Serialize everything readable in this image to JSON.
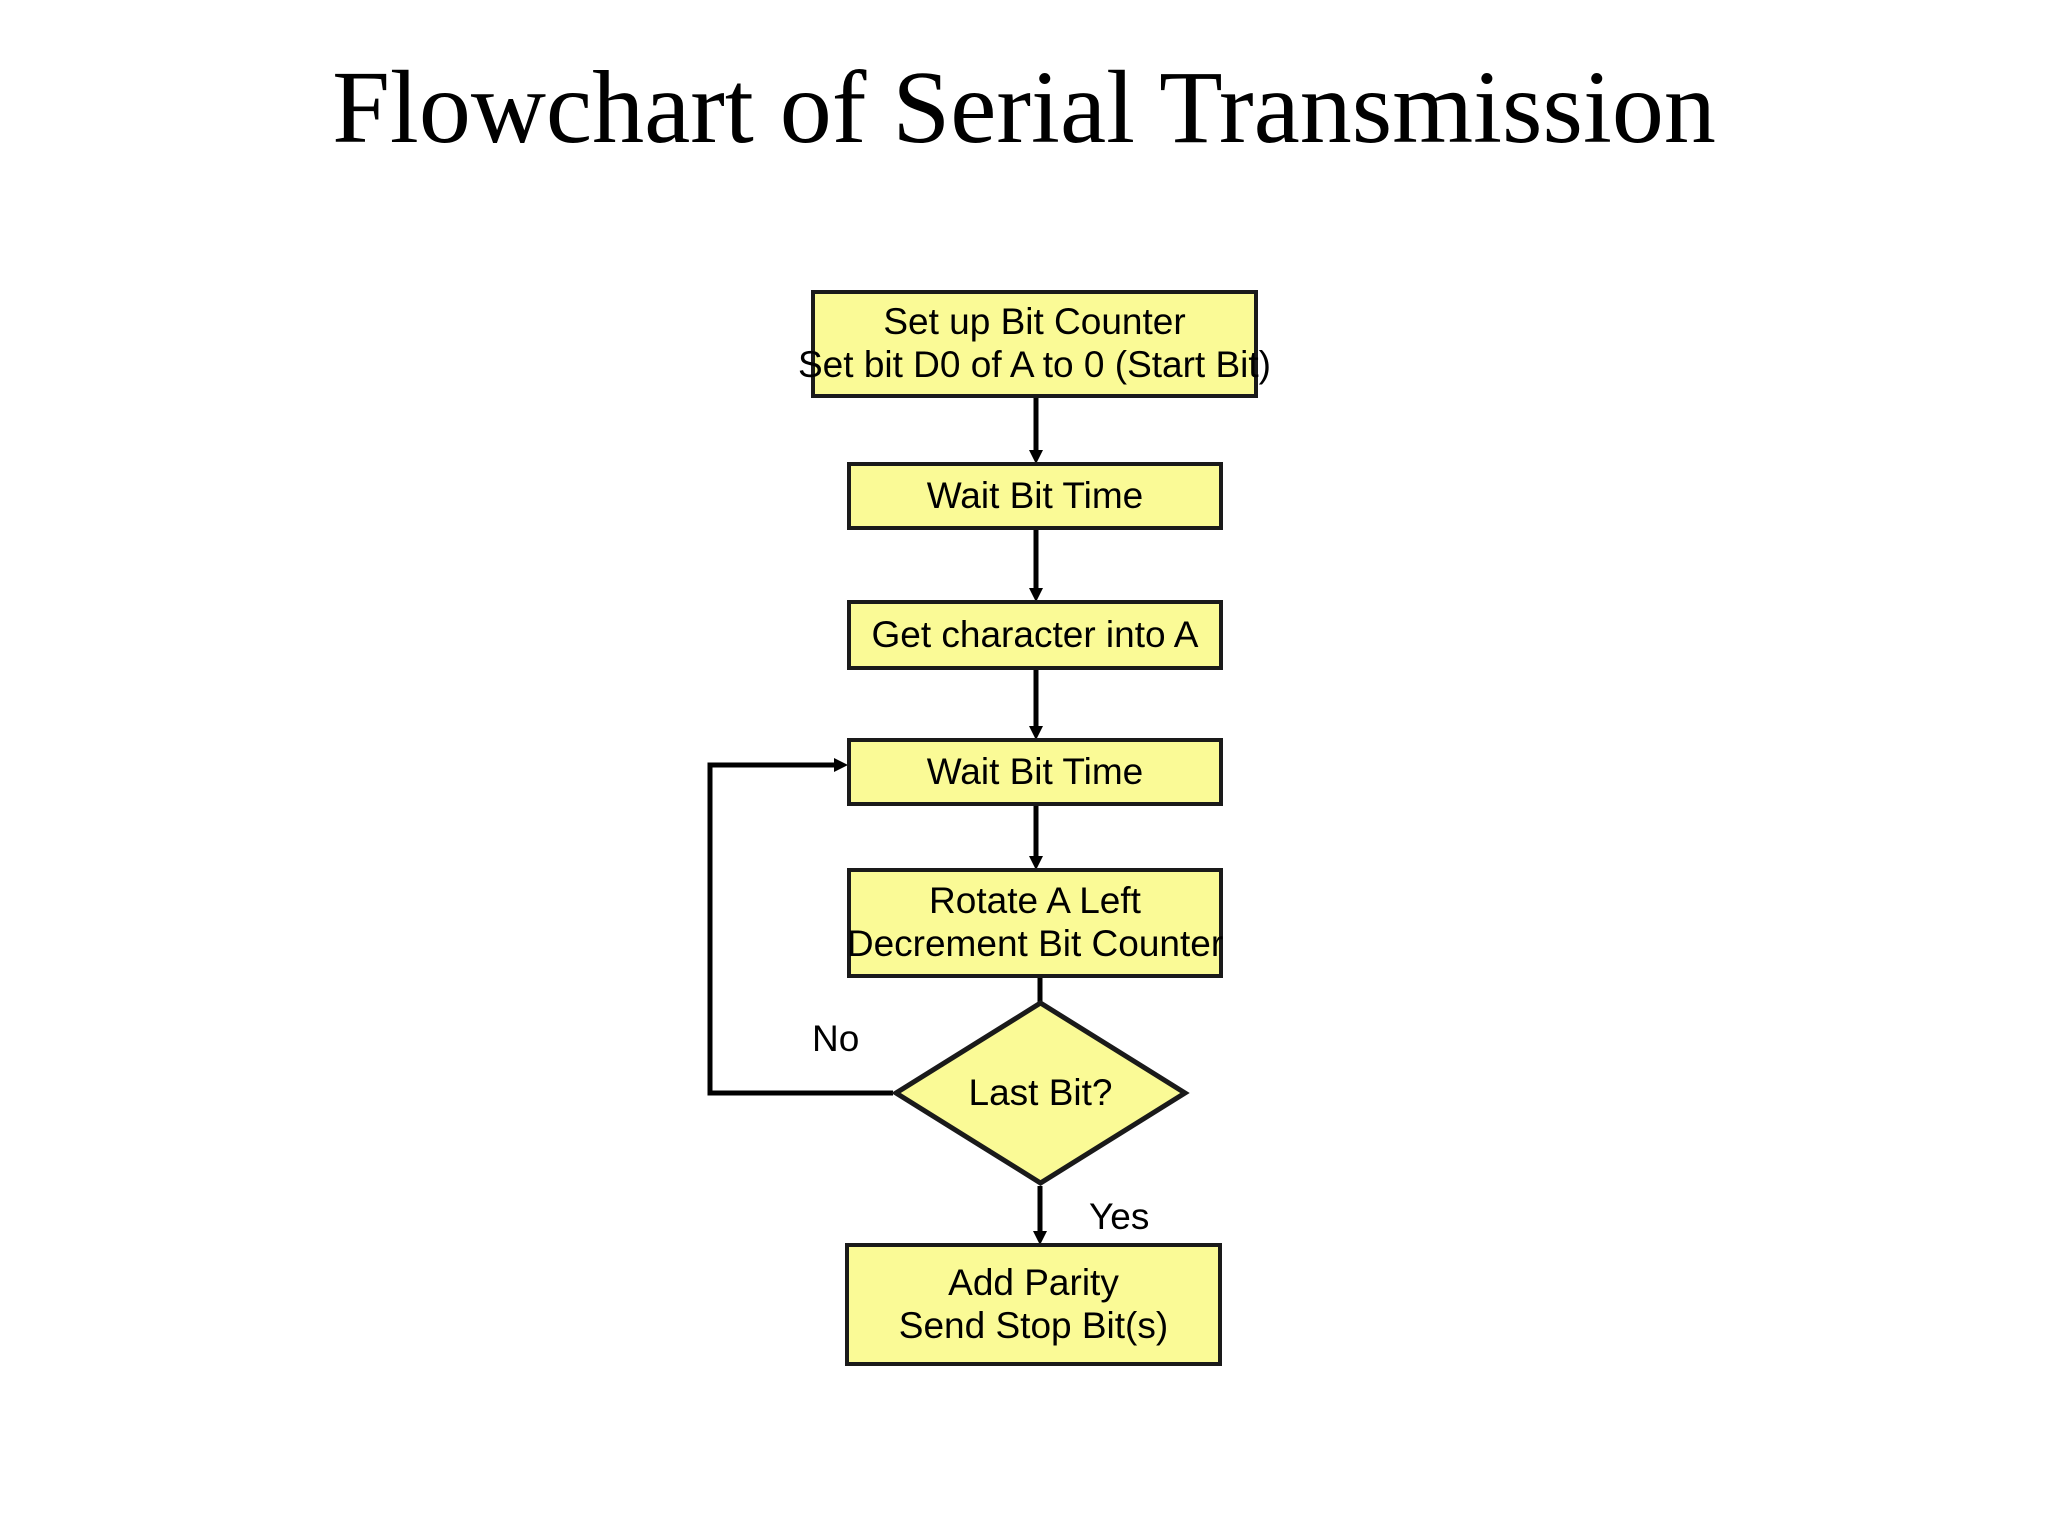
{
  "slide": {
    "title": "Flowchart of Serial Transmission",
    "background_color": "#ffffff"
  },
  "theme": {
    "node_fill": "#fafa96",
    "node_border": "#1a1a1a",
    "connector_color": "#000000",
    "text_color": "#000000"
  },
  "chart_data": {
    "type": "diagram",
    "title": "Flowchart of Serial Transmission",
    "nodes": [
      {
        "id": "n1",
        "shape": "process",
        "lines": [
          "Set up Bit Counter",
          "Set bit D0 of A to 0 (Start Bit)"
        ]
      },
      {
        "id": "n2",
        "shape": "process",
        "lines": [
          "Wait Bit Time"
        ]
      },
      {
        "id": "n3",
        "shape": "process",
        "lines": [
          "Get character into A"
        ]
      },
      {
        "id": "n4",
        "shape": "process",
        "lines": [
          "Wait Bit Time"
        ]
      },
      {
        "id": "n5",
        "shape": "process",
        "lines": [
          "Rotate A Left",
          "Decrement Bit Counter"
        ]
      },
      {
        "id": "d1",
        "shape": "decision",
        "lines": [
          "Last Bit?"
        ]
      },
      {
        "id": "n6",
        "shape": "process",
        "lines": [
          "Add Parity",
          "Send Stop Bit(s)"
        ]
      }
    ],
    "edges": [
      {
        "from": "n1",
        "to": "n2",
        "label": ""
      },
      {
        "from": "n2",
        "to": "n3",
        "label": ""
      },
      {
        "from": "n3",
        "to": "n4",
        "label": ""
      },
      {
        "from": "n4",
        "to": "n5",
        "label": ""
      },
      {
        "from": "n5",
        "to": "d1",
        "label": ""
      },
      {
        "from": "d1",
        "to": "n4",
        "label": "No"
      },
      {
        "from": "d1",
        "to": "n6",
        "label": "Yes"
      }
    ]
  },
  "nodes": {
    "setup": {
      "line1": "Set up Bit Counter",
      "line2": "Set bit D0 of A to 0 (Start Bit)"
    },
    "wait1": {
      "line1": "Wait Bit Time"
    },
    "getchar": {
      "line1": "Get character into A"
    },
    "wait2": {
      "line1": "Wait Bit Time"
    },
    "rotate": {
      "line1": "Rotate A Left",
      "line2": "Decrement Bit Counter"
    },
    "decision": {
      "line1": "Last Bit?"
    },
    "parity": {
      "line1": "Add Parity",
      "line2": "Send Stop Bit(s)"
    }
  },
  "labels": {
    "no": "No",
    "yes": "Yes"
  }
}
